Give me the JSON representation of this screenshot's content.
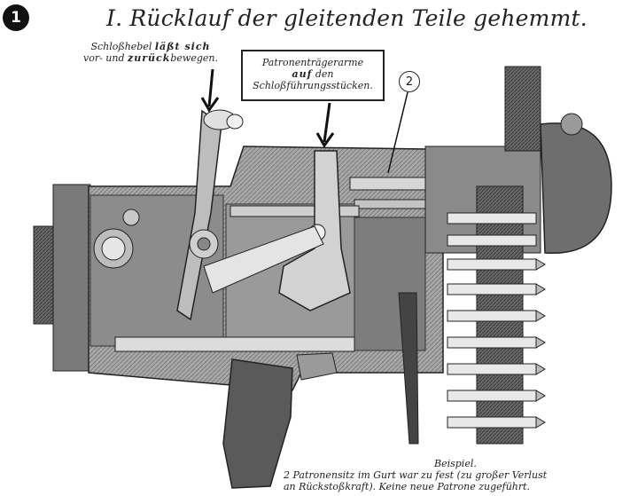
{
  "figure": {
    "number": "1",
    "title": "I. Rücklauf der gleitenden Teile gehemmt."
  },
  "labels": {
    "lock_lever": {
      "line1_pre": "Schloßhebel ",
      "line1_bold": "läßt sich",
      "line2_pre": "vor- und ",
      "line2_bold": "zurück",
      "line2_post": "bewegen."
    },
    "cartridge_arms": {
      "line1": "Patronenträgerarme",
      "line2_bold": "auf",
      "line2_post": " den",
      "line3": "Schloßführungsstücken."
    },
    "callout": "2"
  },
  "caption": {
    "heading": "Beispiel.",
    "line1": "2 Patronensitz im Gurt war zu fest (zu großer Verlust",
    "line2": "an Rückstoßkraft). Keine neue Patrone zugeführt."
  }
}
